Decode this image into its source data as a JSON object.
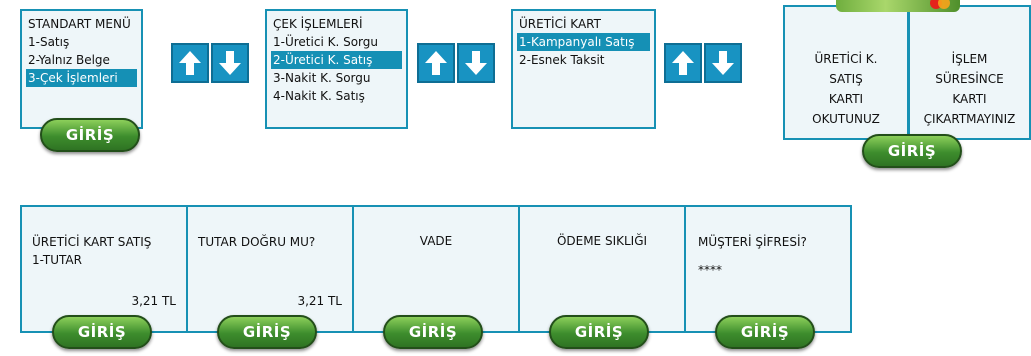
{
  "menus": {
    "standart": {
      "title": "STANDART MENÜ",
      "items": [
        "1-Satış",
        "2-Yalnız Belge",
        "3-Çek İşlemleri"
      ]
    },
    "cek": {
      "title": "ÇEK İŞLEMLERİ",
      "items": [
        "1-Üretici K. Sorgu",
        "2-Üretici K. Satış",
        "3-Nakit K. Sorgu",
        "4-Nakit K. Satış"
      ]
    },
    "uretici": {
      "title": "ÜRETİCİ KART",
      "items": [
        "1-Kampanyalı Satış",
        "2-Esnek Taksit"
      ]
    }
  },
  "card_panels": {
    "read": [
      "ÜRETİCİ K.",
      "SATIŞ",
      "KARTI",
      "OKUTUNUZ"
    ],
    "keep": [
      "İŞLEM",
      "SÜRESİNCE",
      "KARTI",
      "ÇIKARTMAYINIZ"
    ]
  },
  "bottom_panels": [
    {
      "line1": "ÜRETİCİ KART SATIŞ",
      "line2": "1-TUTAR",
      "amount": "3,21 TL"
    },
    {
      "line1": "TUTAR DOĞRU MU?",
      "line2": "",
      "amount": "3,21 TL"
    },
    {
      "line1": "VADE",
      "line2": "",
      "amount": ""
    },
    {
      "line1": "ÖDEME SIKLIĞI",
      "line2": "",
      "amount": ""
    },
    {
      "line1": "MÜŞTERİ ŞİFRESİ?",
      "line2": "****",
      "amount": ""
    }
  ],
  "buttons": {
    "giris": "GİRİŞ"
  },
  "icons": {
    "up": "arrow-up-icon",
    "down": "arrow-down-icon",
    "card": "credit-card-icon"
  },
  "colors": {
    "border": "#1791b4",
    "selected": "#1590b5",
    "button": "#3d8d2d",
    "panel_bg": "#eef6f9"
  }
}
